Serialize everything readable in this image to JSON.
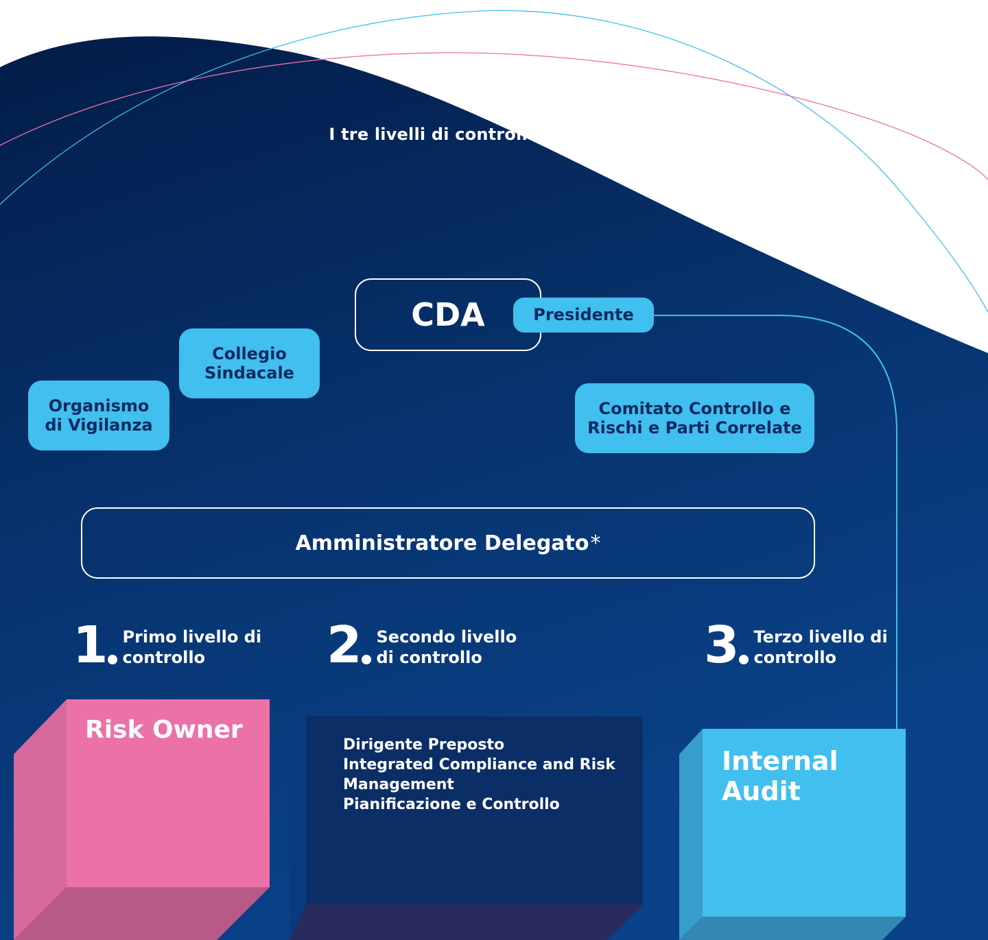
{
  "title": "I tre livelli di controllo",
  "nodes": {
    "cda": "CDA",
    "presidente": "Presidente",
    "collegio_sindacale": [
      "Collegio",
      "Sindacale"
    ],
    "organismo_vigilanza": [
      "Organismo",
      "di Vigilanza"
    ],
    "comitato": [
      "Comitato Controllo e",
      "Rischi e Parti Correlate"
    ],
    "amministratore_delegato": "Amministratore Delegato",
    "amministratore_delegato_mark": "*"
  },
  "levels": [
    {
      "number": "1",
      "label": [
        "Primo livello di",
        "controllo"
      ],
      "box_title": "Risk Owner"
    },
    {
      "number": "2",
      "label": [
        "Secondo livello",
        "di controllo"
      ],
      "box_items": [
        "Dirigente Preposto",
        "Integrated Compliance and Risk",
        "Management",
        "Pianificazione e Controllo"
      ]
    },
    {
      "number": "3",
      "label": [
        "Terzo livello di",
        "controllo"
      ],
      "box_title": [
        "Internal",
        "Audit"
      ]
    }
  ],
  "colors": {
    "background_dark": "#062152",
    "background_light": "#0a4289",
    "accent_cyan": "#41bfee",
    "accent_pink": "#ec71a7",
    "box_text_dark": "#0d2a63",
    "second_box": "#0c2e66",
    "white": "#ffffff"
  }
}
